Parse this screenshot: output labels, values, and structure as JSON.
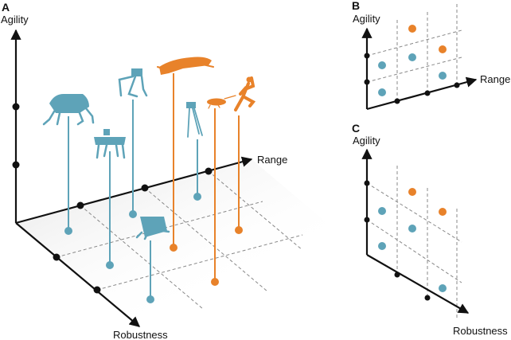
{
  "colors": {
    "blue": "#5ea3b8",
    "orange": "#e8822a",
    "axis": "#111111"
  },
  "panel_a": {
    "label": "A",
    "y_axis": "Agility",
    "x_axis": "Range",
    "z_axis": "Robustness"
  },
  "panel_b": {
    "label": "B",
    "y_axis": "Agility",
    "x_axis": "Range"
  },
  "panel_c": {
    "label": "C",
    "y_axis": "Agility",
    "x_axis": "Robustness"
  }
}
